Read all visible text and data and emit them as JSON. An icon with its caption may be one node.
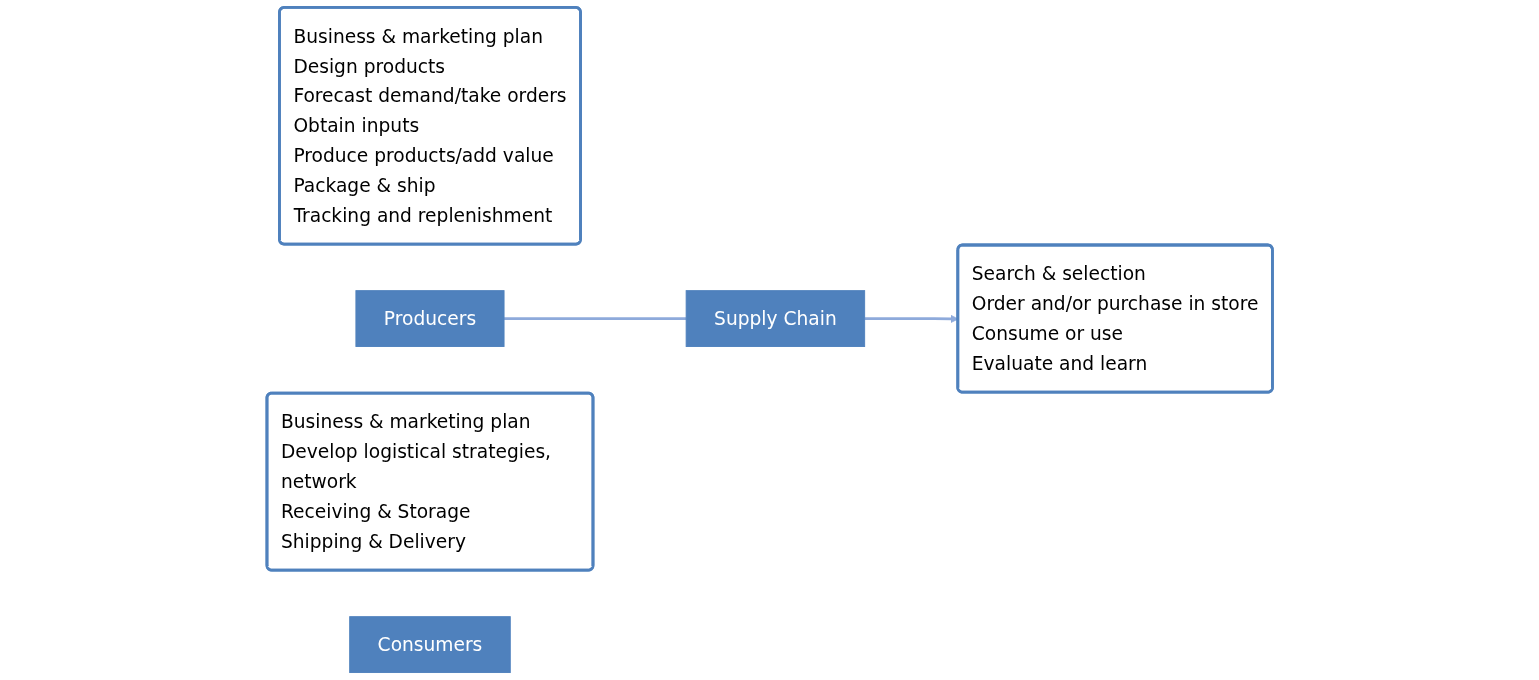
{
  "diagram": {
    "nodes": [
      {
        "text": [
          "Business & marketing plan",
          "Design products",
          "Forecast demand/take orders",
          "Obtain inputs",
          "Produce products/add value",
          "Package & ship",
          "Tracking and replenishment"
        ]
      },
      {
        "text": [
          "Producers"
        ]
      },
      {
        "text": [
          "Business & marketing plan",
          "Develop logistical strategies, network",
          "Receiving & Storage",
          "Shipping & Delivery"
        ]
      },
      {
        "text": [
          "Supply Chain"
        ]
      },
      {
        "text": [
          "Search & selection",
          "Order and/or purchase in store",
          "Consume or use",
          "Evaluate and learn"
        ]
      },
      {
        "text": [
          "Consumers"
        ]
      }
    ],
    "edges": [
      {
        "from": 1,
        "to": 3,
        "arrow": "none"
      },
      {
        "from": 3,
        "to": 4,
        "arrow": "to"
      }
    ]
  }
}
